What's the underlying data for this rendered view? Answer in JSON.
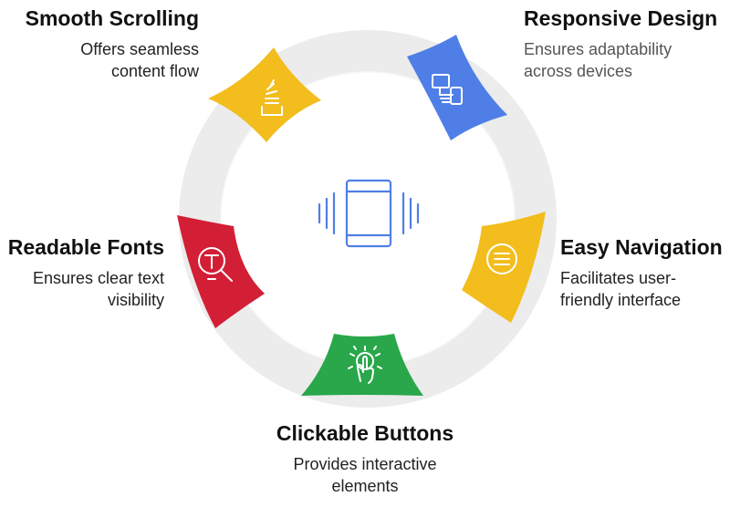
{
  "colors": {
    "ring": "#ececec",
    "yellow": "#f2bd1d",
    "blue": "#4f7fe6",
    "green": "#29a74a",
    "red": "#d21f35",
    "center_icon": "#4f7fe6",
    "text_dark": "#111111",
    "text_muted": "#555555"
  },
  "center": {
    "icon": "vibrating-phone-icon"
  },
  "items": [
    {
      "key": "smooth_scrolling",
      "title": "Smooth Scrolling",
      "desc": "Offers seamless content flow",
      "color": "#f2bd1d",
      "icon": "scroll-lines-icon"
    },
    {
      "key": "responsive_design",
      "title": "Responsive Design",
      "desc": "Ensures adaptability across devices",
      "color": "#4f7fe6",
      "icon": "devices-icon"
    },
    {
      "key": "easy_navigation",
      "title": "Easy Navigation",
      "desc": "Facilitates user-friendly interface",
      "color": "#f2bd1d",
      "icon": "menu-circle-icon"
    },
    {
      "key": "clickable_buttons",
      "title": "Clickable Buttons",
      "desc": "Provides interactive elements",
      "color": "#29a74a",
      "icon": "tap-hand-icon"
    },
    {
      "key": "readable_fonts",
      "title": "Readable Fonts",
      "desc": "Ensures clear text visibility",
      "color": "#d21f35",
      "icon": "text-magnifier-icon"
    }
  ]
}
